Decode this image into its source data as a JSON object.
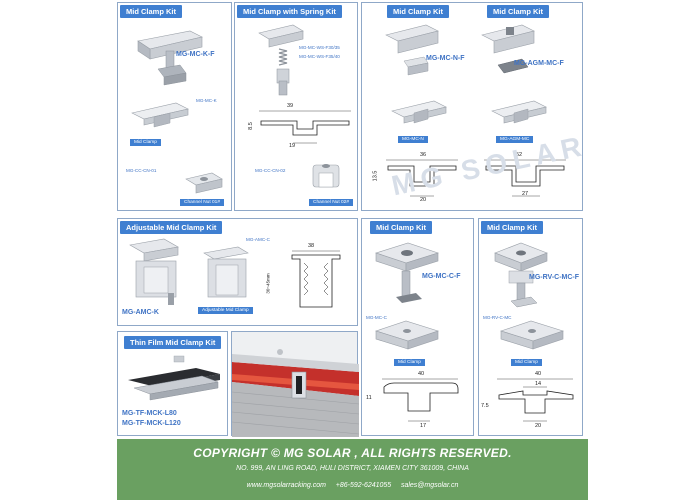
{
  "panels": {
    "mid_clamp_kit_1": {
      "title": "Mid Clamp Kit",
      "label_main": "MG-MC-K-F",
      "label_k": "MG-MC-K",
      "caption_clamp": "Mid Clamp",
      "label_nut": "MG-CC-CN-01",
      "caption_nut": "Channel Nut 01#"
    },
    "spring_kit": {
      "title": "Mid Clamp with Spring Kit",
      "label_f30": "MG-MC-WS-F30/35",
      "label_f35": "MG-MC-WS-F35/40",
      "dim_top": "39",
      "dim_side": "8.5",
      "dim_bottom": "19",
      "label_nut": "MG-CC-CN-02",
      "caption_nut": "Channel Nut 02#"
    },
    "mid_clamp_kit_2": {
      "title_left": "Mid Clamp Kit",
      "title_right": "Mid Clamp Kit",
      "label_n_f": "MG-MC-N-F",
      "label_agm_f": "MG-AGM-MC-F",
      "caption_n": "MG-MC-N",
      "caption_agm": "MG-AGM-MC",
      "dim_a_top": "36",
      "dim_a_side": "13.5",
      "dim_a_bottom": "20",
      "dim_b_top": "52",
      "dim_b_side": "",
      "dim_b_bottom": "27"
    },
    "adjustable": {
      "title": "Adjustable Mid Clamp Kit",
      "label_amc_c": "MG-AMC-C",
      "label_amc_k": "MG-AMC-K",
      "caption": "Adjustable Mid Clamp",
      "dim_top": "38",
      "dim_side": "30~45mm"
    },
    "mid_clamp_c": {
      "title": "Mid Clamp Kit",
      "label_main": "MG-MC-C-F",
      "label_c": "MG-MC-C",
      "caption": "Mid Clamp",
      "dim_top": "40",
      "dim_side": "11",
      "dim_bottom": "17"
    },
    "mid_clamp_rv": {
      "title": "Mid Clamp Kit",
      "label_main": "MG-RV-C-MC-F",
      "label_rv": "MG-RV-C-MC",
      "caption": "Mid Clamp",
      "dim_top": "40",
      "dim_mid": "14",
      "dim_side": "7.5",
      "dim_bottom": "20"
    },
    "thin_film": {
      "title": "Thin Film Mid Clamp Kit",
      "label_l80": "MG-TF-MCK-L80",
      "label_l120": "MG-TF-MCK-L120"
    }
  },
  "watermark": "MG SOLAR",
  "footer": {
    "copyright": "COPYRIGHT © MG SOLAR , ALL RIGHTS RESERVED.",
    "address": "NO. 999, AN LING ROAD, HULI DISTRICT, XIAMEN CITY 361009, CHINA",
    "website": "www.mgsolarracking.com",
    "phone": "+86-592-6241055",
    "email": "sales@mgsolar.cn"
  },
  "colors": {
    "badge_blue": "#3f7fd1",
    "label_blue": "#3f73c4",
    "border": "#8fa8c8",
    "footer_green": "#6aa061",
    "metal": "#d7dadf"
  }
}
